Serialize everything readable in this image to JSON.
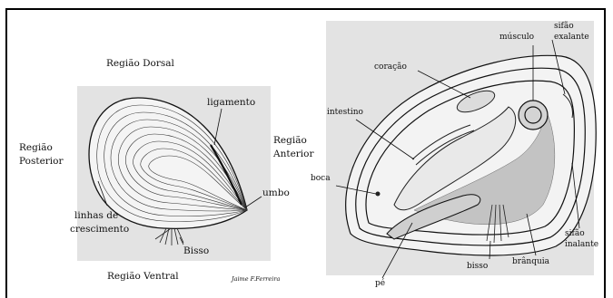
{
  "left_diagram": {
    "labels": {
      "dorsal": "Região Dorsal",
      "posterior_line1": "Região",
      "posterior_line2": "Posterior",
      "anterior_line1": "Região",
      "anterior_line2": "Anterior",
      "ligamento": "ligamento",
      "umbo": "umbo",
      "linhas_line1": "linhas de",
      "linhas_line2": "crescimento",
      "bisso": "Bisso",
      "ventral": "Região Ventral",
      "author": "Jaime F.Ferreira"
    }
  },
  "right_diagram": {
    "labels": {
      "musculo": "músculo",
      "sifao_exalante_line1": "sifão",
      "sifao_exalante_line2": "exalante",
      "coracao": "coração",
      "intestino": "intestino",
      "boca": "boca",
      "sifao_inalante_line1": "sifão",
      "sifao_inalante_line2": "inalante",
      "branquia": "brânquia",
      "bisso": "bisso",
      "pe": "pé"
    }
  }
}
